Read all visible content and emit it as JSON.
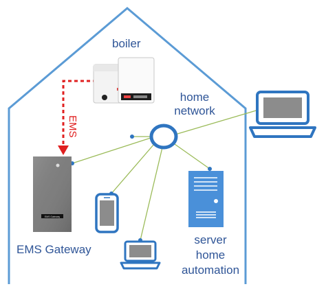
{
  "labels": {
    "boiler": "boiler",
    "home_network_line1": "home",
    "home_network_line2": "network",
    "ems_link": "EMS",
    "ems_gateway": "EMS Gateway",
    "gateway_device_text": "EMS Gateway",
    "server_line1": "server",
    "server_line2": "home",
    "server_line3": "automation"
  },
  "colors": {
    "house_outline": "#5b9bd5",
    "network_lines": "#9bbb59",
    "ems_link": "#e02020",
    "label_text": "#2f5597",
    "server_blue": "#4a90d9",
    "device_blue": "#3b7ec8",
    "gateway_grey": "#808080"
  },
  "icons": {
    "boiler": "boiler-icon",
    "network_hub": "network-hub-icon",
    "laptop_outside": "laptop-icon",
    "laptop_inside": "laptop-icon",
    "phone": "smartphone-icon",
    "server": "server-icon",
    "gateway": "gateway-device-icon"
  }
}
